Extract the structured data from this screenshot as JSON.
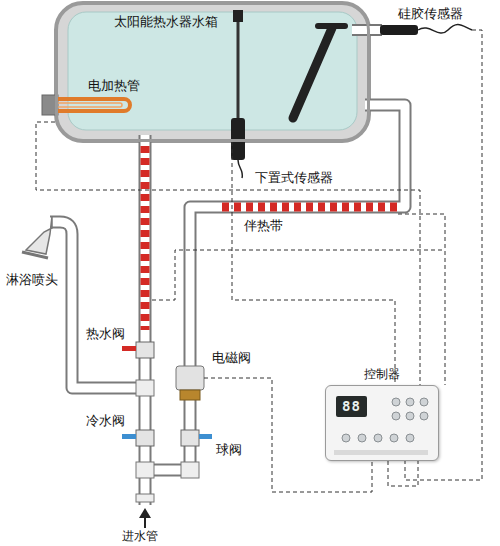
{
  "diagram": {
    "nodes": [
      {
        "text": [
          "太阳能热水器水箱"
        ]
      },
      {
        "text": [
          "控制器",
          "88"
        ]
      }
    ],
    "edges": [
      {
        "from": 0,
        "to": 1,
        "arrow": "none"
      },
      {
        "from": 0,
        "to": 1,
        "arrow": "none"
      }
    ],
    "labels": [
      "硅胶传感器",
      "电加热管",
      "下置式传感器",
      "伴热带",
      "淋浴喷头",
      "热水阀",
      "电磁阀",
      "冷水阀",
      "球阀",
      "进水管"
    ]
  }
}
